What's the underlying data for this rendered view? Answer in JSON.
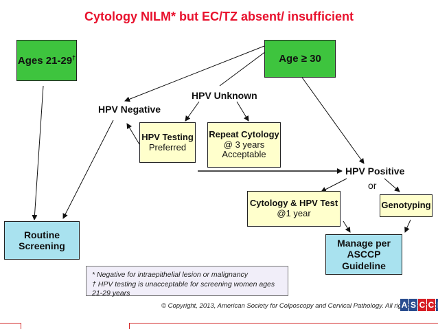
{
  "title": "Cytology NILM* but EC/TZ absent/ insufficient",
  "boxes": {
    "ages_21_29": "Ages 21-29",
    "ages_21_29_mark": "†",
    "age_30": "Age ≥ 30",
    "hpv_testing": {
      "line1": "HPV Testing",
      "line2": "Preferred"
    },
    "repeat_cytology": {
      "line1": "Repeat Cytology",
      "line2": "@ 3 years",
      "line3": "Acceptable"
    },
    "cytology_hpv": {
      "line1": "Cytology & HPV Test",
      "line2": "@1 year"
    },
    "genotyping": "Genotyping",
    "routine_screening": "Routine Screening",
    "manage": {
      "line1": "Manage per",
      "line2": "ASCCP Guideline"
    }
  },
  "labels": {
    "hpv_negative": "HPV Negative",
    "hpv_unknown": "HPV Unknown",
    "hpv_positive": "HPV Positive",
    "or": "or"
  },
  "footnotes": {
    "note1": "* Negative for intraepithelial lesion or malignancy",
    "note2": "† HPV testing is unacceptable for screening women ages 21-29 years"
  },
  "copyright": "© Copyright, 2013, American Society for Colposcopy and Cervical Pathology. All rights reserved.",
  "logo": [
    "A",
    "S",
    "C",
    "C",
    "P"
  ],
  "colors": {
    "title": "#e8112d",
    "green_box": "#3ec43e",
    "cream_box": "#ffffcc",
    "blue_box": "#a9e2ef",
    "footnote_bg": "#f1eef9",
    "logo_blue": "#2a4d8f",
    "logo_red": "#d72027"
  }
}
